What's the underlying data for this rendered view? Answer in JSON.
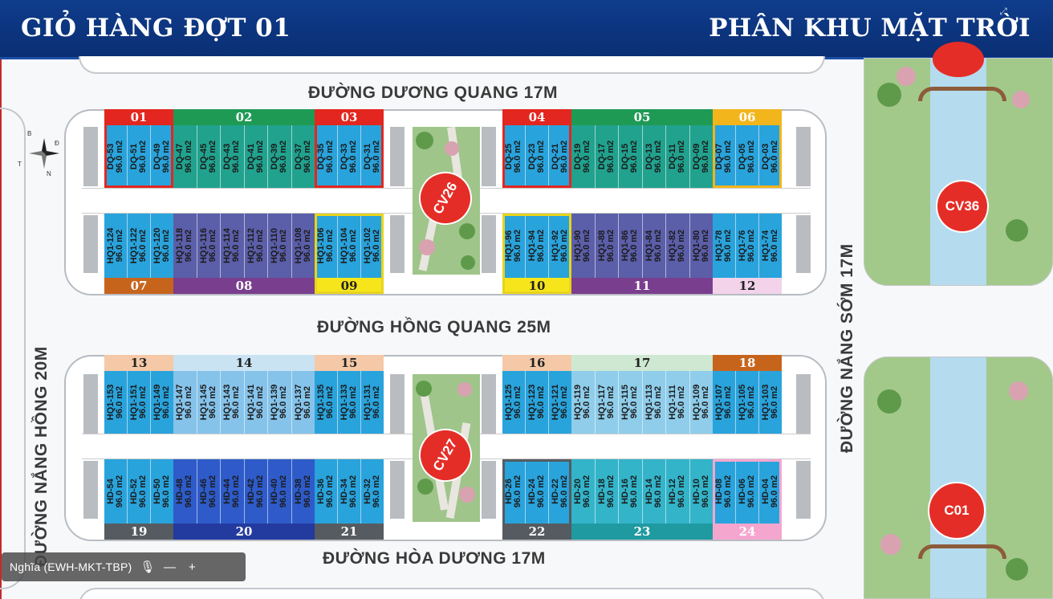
{
  "header": {
    "title_left": "GIỎ HÀNG ĐỢT 01",
    "title_right": "PHÂN KHU MẶT TRỜI"
  },
  "streets": {
    "top": "ĐƯỜNG DƯƠNG QUANG 17M",
    "middle": "ĐƯỜNG HỒNG QUANG 25M",
    "bottom": "ĐƯỜNG HÒA DƯƠNG 17M",
    "left": "ĐƯỜNG NẮNG HỒNG 20M",
    "right": "ĐƯỜNG NẮNG SỚM 17M"
  },
  "compass": {
    "n": "B",
    "s": "N",
    "e": "Đ",
    "w": "T"
  },
  "parks": {
    "top": "CV26",
    "bottom": "CV27",
    "canal_top": "CV36",
    "canal_bottom": "C01"
  },
  "area_label": "96.0 m2",
  "groups": [
    {
      "id": "01",
      "color": "#e3261f",
      "text": "#ffffff",
      "lot_color": "#29a3dc",
      "outline": "#e3261f",
      "lots": [
        "DQ-53",
        "DQ-51",
        "DQ-49"
      ]
    },
    {
      "id": "02",
      "color": "#1f9a55",
      "text": "#ffffff",
      "lot_color": "#21a28e",
      "lots": [
        "DQ-47",
        "DQ-45",
        "DQ-43",
        "DQ-41",
        "DQ-39",
        "DQ-37"
      ]
    },
    {
      "id": "03",
      "color": "#e3261f",
      "text": "#ffffff",
      "lot_color": "#29a3dc",
      "outline": "#e3261f",
      "lots": [
        "DQ-35",
        "DQ-33",
        "DQ-31"
      ]
    },
    {
      "id": "04",
      "color": "#e3261f",
      "text": "#ffffff",
      "lot_color": "#29a3dc",
      "outline": "#e3261f",
      "lots": [
        "DQ-25",
        "DQ-23",
        "DQ-21"
      ]
    },
    {
      "id": "05",
      "color": "#1f9a55",
      "text": "#ffffff",
      "lot_color": "#21a28e",
      "lots": [
        "DQ-19",
        "DQ-17",
        "DQ-15",
        "DQ-13",
        "DQ-11",
        "DQ-09"
      ]
    },
    {
      "id": "06",
      "color": "#f2b51c",
      "text": "#ffffff",
      "lot_color": "#29a3dc",
      "outline": "#f2b51c",
      "lots": [
        "DQ-07",
        "DQ-05",
        "DQ-03"
      ]
    },
    {
      "id": "07",
      "color": "#c7641c",
      "text": "#ffffff",
      "lot_color": "#29a3dc",
      "lots": [
        "HQ1-124",
        "HQ1-122",
        "HQ1-120"
      ]
    },
    {
      "id": "08",
      "color": "#7a3e8e",
      "text": "#ffffff",
      "lot_color": "#5b5ea8",
      "lots": [
        "HQ1-118",
        "HQ1-116",
        "HQ1-114",
        "HQ1-112",
        "HQ1-110",
        "HQ1-108"
      ]
    },
    {
      "id": "09",
      "color": "#f7e51c",
      "text": "#222222",
      "lot_color": "#29a3dc",
      "outline": "#e8d41c",
      "lots": [
        "HQ1-106",
        "HQ1-104",
        "HQ1-102"
      ]
    },
    {
      "id": "10",
      "color": "#f7e51c",
      "text": "#222222",
      "lot_color": "#29a3dc",
      "outline": "#e8d41c",
      "lots": [
        "HQ1-96",
        "HQ1-94",
        "HQ1-92"
      ]
    },
    {
      "id": "11",
      "color": "#7a3e8e",
      "text": "#ffffff",
      "lot_color": "#5b5ea8",
      "lots": [
        "HQ1-90",
        "HQ1-88",
        "HQ1-86",
        "HQ1-84",
        "HQ1-82",
        "HQ1-80"
      ]
    },
    {
      "id": "12",
      "color": "#f2d3ea",
      "text": "#222222",
      "lot_color": "#29a3dc",
      "lots": [
        "HQ1-78",
        "HQ1-76",
        "HQ1-74"
      ]
    },
    {
      "id": "13",
      "color": "#f5c9a8",
      "text": "#222222",
      "lot_color": "#29a3dc",
      "lots": [
        "HQ1-153",
        "HQ1-151",
        "HQ1-149"
      ]
    },
    {
      "id": "14",
      "color": "#c9e3f3",
      "text": "#222222",
      "lot_color": "#86c3ea",
      "lots": [
        "HQ1-147",
        "HQ1-145",
        "HQ1-143",
        "HQ1-141",
        "HQ1-139",
        "HQ1-137"
      ]
    },
    {
      "id": "15",
      "color": "#f5c9a8",
      "text": "#222222",
      "lot_color": "#29a3dc",
      "lots": [
        "HQ1-135",
        "HQ1-133",
        "HQ1-131"
      ]
    },
    {
      "id": "16",
      "color": "#f5c9a8",
      "text": "#222222",
      "lot_color": "#29a3dc",
      "lots": [
        "HQ1-125",
        "HQ1-123",
        "HQ1-121"
      ]
    },
    {
      "id": "17",
      "color": "#cfe8d2",
      "text": "#222222",
      "lot_color": "#8fcdea",
      "lots": [
        "HQ1-119",
        "HQ1-117",
        "HQ1-115",
        "HQ1-113",
        "HQ1-111",
        "HQ1-109"
      ]
    },
    {
      "id": "18",
      "color": "#c7641c",
      "text": "#ffffff",
      "lot_color": "#29a3dc",
      "lots": [
        "HQ1-107",
        "HQ1-105",
        "HQ1-103"
      ]
    },
    {
      "id": "19",
      "color": "#555b60",
      "text": "#ffffff",
      "lot_color": "#29a3dc",
      "lots": [
        "HD-54",
        "HD-52",
        "HD-50"
      ]
    },
    {
      "id": "20",
      "color": "#233a9e",
      "text": "#ffffff",
      "lot_color": "#2e5bc9",
      "lots": [
        "HD-48",
        "HD-46",
        "HD-44",
        "HD-42",
        "HD-40",
        "HD-38"
      ]
    },
    {
      "id": "21",
      "color": "#555b60",
      "text": "#ffffff",
      "lot_color": "#29a3dc",
      "lots": [
        "HD-36",
        "HD-34",
        "HD-32"
      ]
    },
    {
      "id": "22",
      "color": "#555b60",
      "text": "#ffffff",
      "lot_color": "#29a3dc",
      "outline": "#555b60",
      "lots": [
        "HD-26",
        "HD-24",
        "HD-22"
      ]
    },
    {
      "id": "23",
      "color": "#1e9aa0",
      "text": "#ffffff",
      "lot_color": "#33b4c9",
      "lots": [
        "HD-20",
        "HD-18",
        "HD-16",
        "HD-14",
        "HD-12",
        "HD-10"
      ]
    },
    {
      "id": "24",
      "color": "#f5a6cf",
      "text": "#ffffff",
      "lot_color": "#29a3dc",
      "outline": "#f5a6cf",
      "lots": [
        "HD-08",
        "HD-06",
        "HD-04"
      ]
    }
  ],
  "overlay": {
    "name": "Nghĩa (EWH-MKT-TBP)",
    "icons": [
      "mic-muted-icon",
      "minus-icon",
      "plus-icon"
    ]
  },
  "icons": {
    "expand": "expand-icon"
  }
}
